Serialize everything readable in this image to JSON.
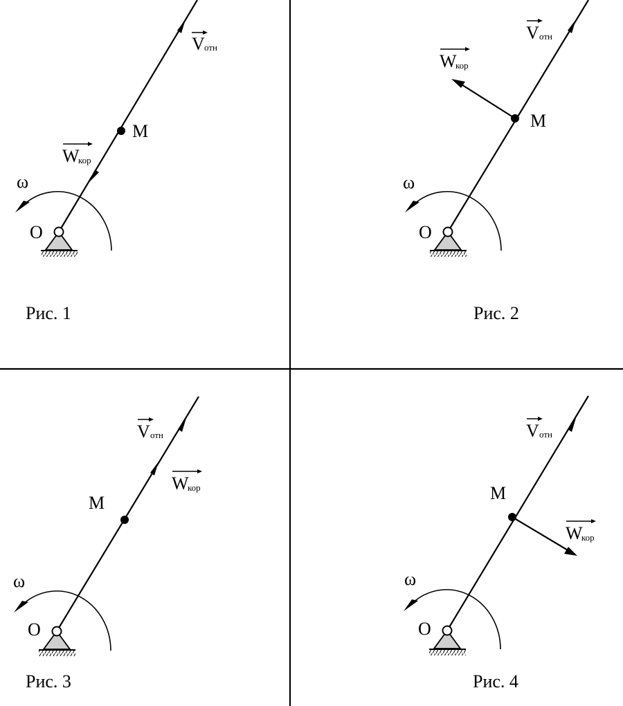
{
  "figures": [
    {
      "caption": "Рис. 1",
      "point_label": "M",
      "pivot_label": "O",
      "omega_label": "ω",
      "v_rel": {
        "main": "V",
        "sub": "отн"
      },
      "w_cor": {
        "main": "W",
        "sub": "кор"
      }
    },
    {
      "caption": "Рис. 2",
      "point_label": "M",
      "pivot_label": "O",
      "omega_label": "ω",
      "v_rel": {
        "main": "V",
        "sub": "отн"
      },
      "w_cor": {
        "main": "W",
        "sub": "кор"
      }
    },
    {
      "caption": "Рис. 3",
      "point_label": "M",
      "pivot_label": "O",
      "omega_label": "ω",
      "v_rel": {
        "main": "V",
        "sub": "отн"
      },
      "w_cor": {
        "main": "W",
        "sub": "кор"
      }
    },
    {
      "caption": "Рис. 4",
      "point_label": "M",
      "pivot_label": "O",
      "omega_label": "ω",
      "v_rel": {
        "main": "V",
        "sub": "отн"
      },
      "w_cor": {
        "main": "W",
        "sub": "кор"
      }
    }
  ]
}
